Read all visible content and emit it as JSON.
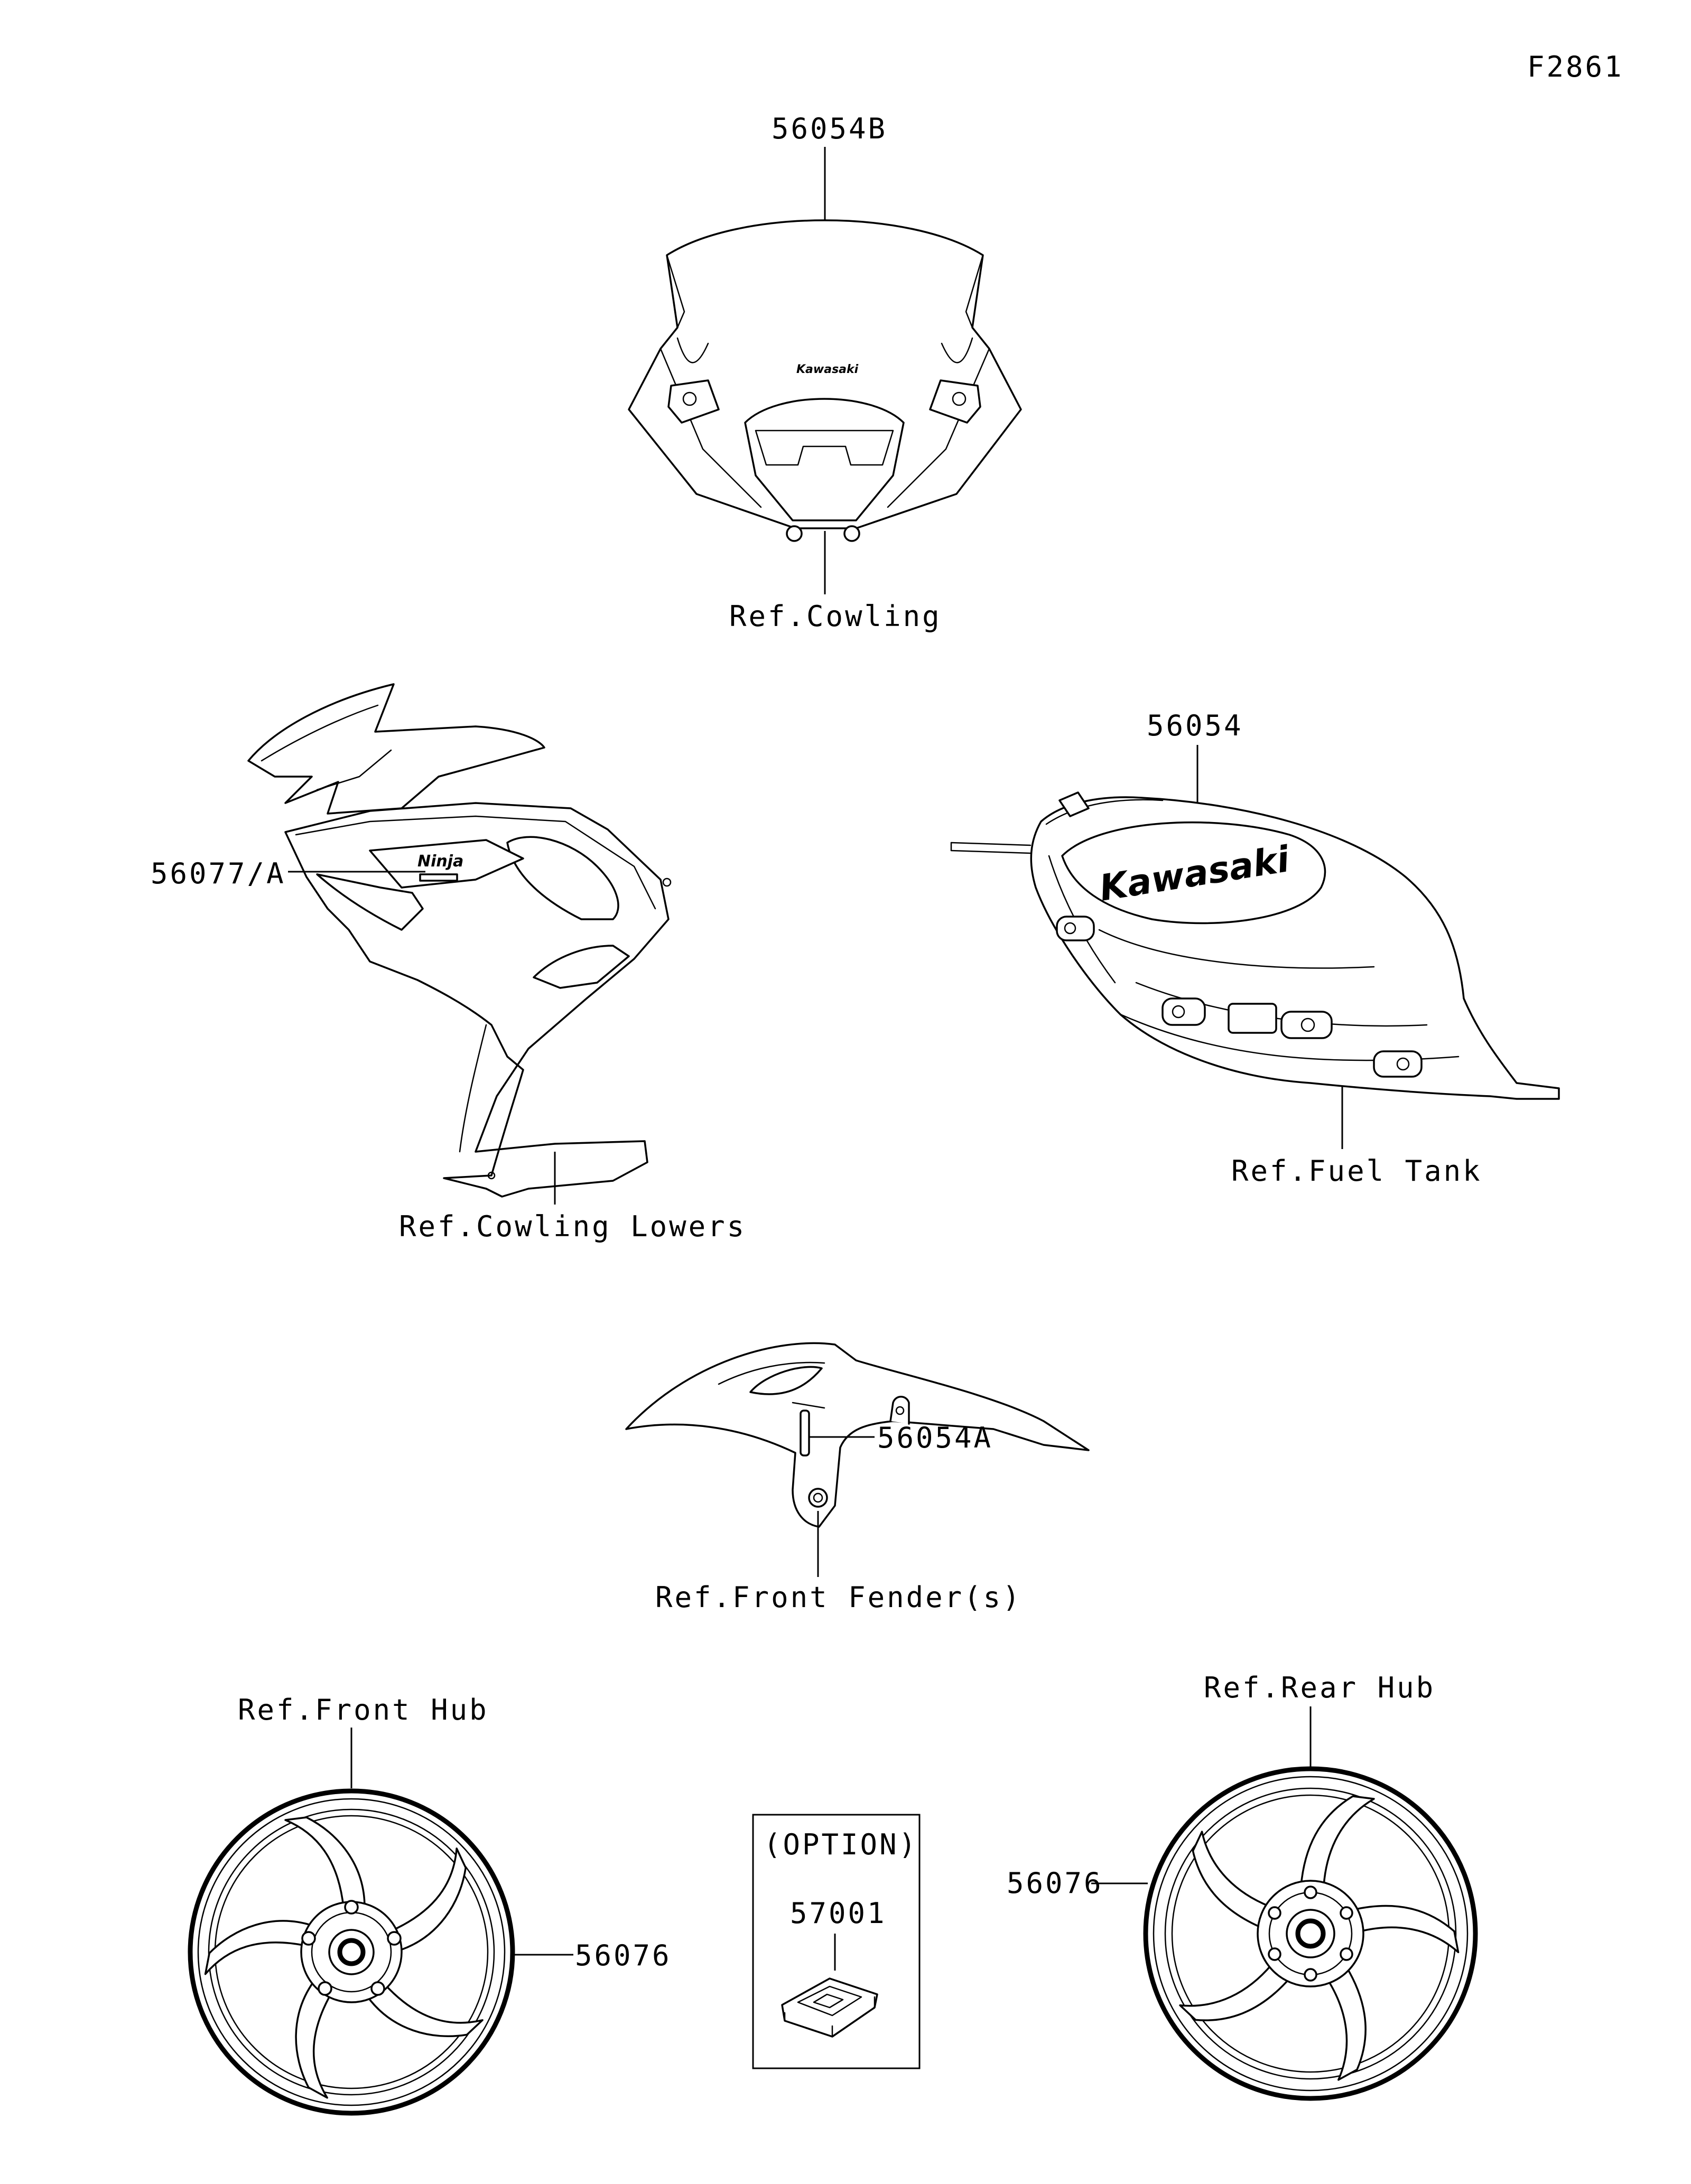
{
  "figure_id": "F2861",
  "callouts": {
    "windshield_part": "56054B",
    "windshield_ref": "Ref.Cowling",
    "cowling_part": "56077/A",
    "cowling_ref": "Ref.Cowling Lowers",
    "tank_part": "56054",
    "tank_ref": "Ref.Fuel Tank",
    "fender_part": "56054A",
    "fender_ref": "Ref.Front Fender(s)",
    "front_hub_ref": "Ref.Front Hub",
    "front_wheel_part": "56076",
    "option_label": "(OPTION)",
    "option_part": "57001",
    "rear_hub_ref": "Ref.Rear Hub",
    "rear_wheel_part": "56076"
  },
  "decals": {
    "windshield_logo": "Kawasaki",
    "tank_logo": "Kawasaki",
    "cowling_logo": "Ninja"
  }
}
